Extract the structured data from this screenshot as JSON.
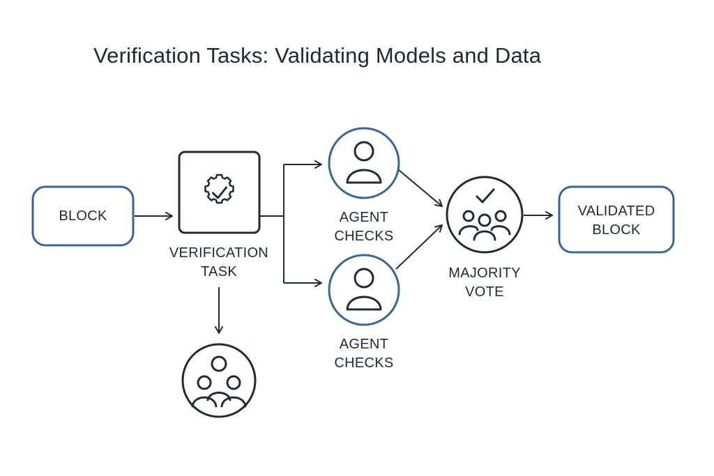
{
  "title": "Verification Tasks: Validating Models and Data",
  "colors": {
    "accent": "#3b6496",
    "dark": "#1f2a36",
    "background": "#ffffff"
  },
  "nodes": {
    "block": {
      "label": "BLOCK"
    },
    "verification_task": {
      "line1": "VERIFICATION",
      "line2": "TASK",
      "icon": "gear-check-icon"
    },
    "agent_top": {
      "line1": "AGENT",
      "line2": "CHECKS",
      "icon": "person-icon"
    },
    "agent_bottom": {
      "line1": "AGENT",
      "line2": "CHECKS",
      "icon": "person-icon"
    },
    "majority_vote": {
      "line1": "MAJORITY",
      "line2": "VOTE",
      "icon": "group-check-icon"
    },
    "validated_block": {
      "line1": "VALIDATED",
      "line2": "BLOCK"
    },
    "group": {
      "icon": "group-icon"
    }
  }
}
